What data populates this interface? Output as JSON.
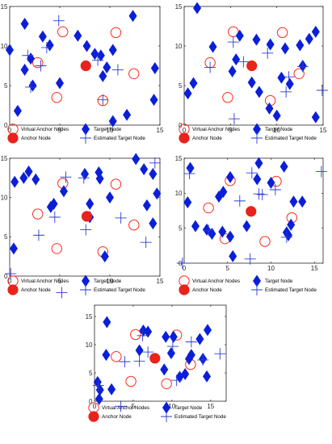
{
  "legend_labels": {
    "virtual_anchor": "Virtual Anchor Nodes",
    "target": "Target Node",
    "anchor": "Anchor Node",
    "estimated": "Estimated Target Node"
  },
  "colors": {
    "virtual_anchor": "#ff2a1a",
    "anchor": "#e8231c",
    "target": "#0b1fd8",
    "estimated": "#2b3bd6",
    "axis": "#262626"
  },
  "chart_data": [
    {
      "type": "scatter",
      "xlim": [
        0,
        15
      ],
      "ylim": [
        0,
        15
      ],
      "xticks": [
        0,
        5,
        10,
        15
      ],
      "yticks": [
        0,
        5,
        10,
        15
      ],
      "grid": false,
      "legend_position": "below",
      "series": [
        {
          "name": "Virtual Anchor Nodes",
          "points": [
            [
              2.8,
              7.9
            ],
            [
              5.3,
              11.8
            ],
            [
              4.7,
              3.5
            ],
            [
              10.6,
              11.7
            ],
            [
              12.4,
              6.5
            ],
            [
              9.3,
              3.1
            ]
          ]
        },
        {
          "name": "Target Node",
          "points": [
            [
              1.5,
              12.8
            ],
            [
              0,
              9.5
            ],
            [
              2.1,
              8.4
            ],
            [
              3.3,
              11.2
            ],
            [
              1.5,
              7
            ],
            [
              2.3,
              5
            ],
            [
              0.8,
              1.8
            ],
            [
              5,
              5.3
            ],
            [
              4,
              10.1
            ],
            [
              6.8,
              11.3
            ],
            [
              7.7,
              10
            ],
            [
              8.5,
              9
            ],
            [
              9.1,
              8.8
            ],
            [
              9.7,
              7.3
            ],
            [
              9.3,
              6.2
            ],
            [
              10.3,
              9.5
            ],
            [
              12.3,
              13.8
            ],
            [
              14.5,
              7.2
            ],
            [
              14.4,
              3.2
            ],
            [
              11.7,
              1.3
            ],
            [
              10.3,
              0.5
            ]
          ]
        },
        {
          "name": "Anchor Node",
          "points": [
            [
              7.6,
              7.5
            ]
          ]
        },
        {
          "name": "Estimated Target Node",
          "points": [
            [
              4.9,
              13.2
            ],
            [
              3.7,
              9.8
            ],
            [
              8.8,
              8.2
            ],
            [
              9.3,
              3.2
            ],
            [
              2.1,
              4.8
            ],
            [
              3.1,
              7.5
            ],
            [
              1.8,
              8.8
            ],
            [
              10.8,
              7
            ]
          ]
        }
      ]
    },
    {
      "type": "scatter",
      "xlim": [
        0,
        15
      ],
      "ylim": [
        0,
        15
      ],
      "xticks": [
        0,
        5,
        10,
        15
      ],
      "yticks": [
        0,
        5,
        10,
        15
      ],
      "grid": false,
      "legend_position": "below",
      "series": [
        {
          "name": "Virtual Anchor Nodes",
          "points": [
            [
              2.8,
              7.9
            ],
            [
              5.3,
              11.8
            ],
            [
              4.7,
              3.5
            ],
            [
              10.6,
              11.7
            ],
            [
              12.4,
              6.5
            ],
            [
              9.3,
              3.1
            ]
          ]
        },
        {
          "name": "Target Node",
          "points": [
            [
              1.4,
              14.8
            ],
            [
              1,
              5.3
            ],
            [
              0.4,
              4
            ],
            [
              3.1,
              9.9
            ],
            [
              5.6,
              8.3
            ],
            [
              6,
              11.3
            ],
            [
              5.2,
              6.8
            ],
            [
              7.3,
              5.4
            ],
            [
              7.8,
              10.8
            ],
            [
              9.3,
              10.2
            ],
            [
              10.9,
              9.7
            ],
            [
              11.4,
              5.2
            ],
            [
              10.5,
              6
            ],
            [
              12.5,
              10.1
            ],
            [
              12.8,
              7.5
            ],
            [
              13.5,
              10.9
            ],
            [
              14.2,
              11.8
            ],
            [
              14.2,
              1
            ],
            [
              9.2,
              2.1
            ],
            [
              10,
              1.2
            ],
            [
              8.1,
              4.2
            ]
          ]
        },
        {
          "name": "Anchor Node",
          "points": [
            [
              7.3,
              7.5
            ]
          ]
        },
        {
          "name": "Estimated Target Node",
          "points": [
            [
              2.8,
              7.3
            ],
            [
              5.3,
              10.5
            ],
            [
              6.4,
              8
            ],
            [
              5.4,
              0.8
            ],
            [
              9,
              9.1
            ],
            [
              11,
              4.2
            ],
            [
              11.3,
              6.1
            ],
            [
              12.8,
              7.4
            ],
            [
              14.9,
              4.4
            ]
          ]
        }
      ]
    },
    {
      "type": "scatter",
      "xlim": [
        0,
        15
      ],
      "ylim": [
        0,
        15
      ],
      "xticks": [
        0,
        5,
        10,
        15
      ],
      "yticks": [
        0,
        5,
        10,
        15
      ],
      "grid": false,
      "legend_position": "below",
      "series": [
        {
          "name": "Virtual Anchor Nodes",
          "points": [
            [
              2.8,
              7.9
            ],
            [
              5.3,
              11.8
            ],
            [
              4.7,
              3.5
            ],
            [
              10.6,
              11.7
            ],
            [
              12.4,
              6.5
            ],
            [
              9.3,
              3.1
            ]
          ]
        },
        {
          "name": "Target Node",
          "points": [
            [
              0.5,
              12
            ],
            [
              1.4,
              12.5
            ],
            [
              1.9,
              13.3
            ],
            [
              2.6,
              12.3
            ],
            [
              0.4,
              3.5
            ],
            [
              4.4,
              9.2
            ],
            [
              4.1,
              8.8
            ],
            [
              5.4,
              10.8
            ],
            [
              7.5,
              13
            ],
            [
              8.9,
              13.2
            ],
            [
              9,
              12.4
            ],
            [
              8,
              7.5
            ],
            [
              8,
              9.2
            ],
            [
              10,
              10
            ],
            [
              12.6,
              14.9
            ],
            [
              13.4,
              13.6
            ],
            [
              14.3,
              13
            ],
            [
              14.7,
              10.5
            ],
            [
              14.3,
              6.7
            ],
            [
              13.7,
              9
            ],
            [
              9.5,
              2.5
            ]
          ]
        },
        {
          "name": "Anchor Node",
          "points": [
            [
              7.7,
              7.6
            ]
          ]
        },
        {
          "name": "Estimated Target Node",
          "points": [
            [
              0.1,
              0.3
            ],
            [
              2.9,
              5.2
            ],
            [
              4.5,
              7.5
            ],
            [
              5.2,
              -2.1
            ],
            [
              7.6,
              5.9
            ],
            [
              7.4,
              12.5
            ],
            [
              11.1,
              7.4
            ],
            [
              14.5,
              14.4
            ],
            [
              13.6,
              4.3
            ],
            [
              5.6,
              12.6
            ]
          ]
        }
      ]
    },
    {
      "type": "scatter",
      "xlim": [
        0,
        16
      ],
      "ylim": [
        0,
        15
      ],
      "xticks": [
        0,
        5,
        10,
        15
      ],
      "yticks": [
        0,
        5,
        10,
        15
      ],
      "grid": false,
      "legend_position": "below",
      "series": [
        {
          "name": "Virtual Anchor Nodes",
          "points": [
            [
              2.8,
              7.9
            ],
            [
              5.3,
              11.8
            ],
            [
              4.7,
              3.5
            ],
            [
              10.6,
              11.7
            ],
            [
              12.4,
              6.5
            ],
            [
              9.3,
              3.1
            ]
          ]
        },
        {
          "name": "Target Node",
          "points": [
            [
              0.7,
              13.6
            ],
            [
              0.4,
              8.7
            ],
            [
              1.3,
              5.3
            ],
            [
              2.6,
              4.8
            ],
            [
              3.2,
              4.2
            ],
            [
              4,
              9.5
            ],
            [
              4.5,
              10.2
            ],
            [
              5.3,
              12.3
            ],
            [
              4.4,
              4.5
            ],
            [
              5.3,
              3.8
            ],
            [
              5.6,
              1
            ],
            [
              7.2,
              5.3
            ],
            [
              8.6,
              14.3
            ],
            [
              11.8,
              4.4
            ],
            [
              12,
              4
            ],
            [
              12.3,
              5.5
            ],
            [
              12.6,
              8.8
            ],
            [
              13.6,
              8.8
            ],
            [
              11.5,
              13.8
            ],
            [
              8.4,
              12
            ],
            [
              10,
              11.5
            ]
          ]
        },
        {
          "name": "Anchor Node",
          "points": [
            [
              7.7,
              7.4
            ]
          ]
        },
        {
          "name": "Estimated Target Node",
          "points": [
            [
              0.6,
              12.8
            ],
            [
              2.8,
              4.7
            ],
            [
              6.4,
              8.9
            ],
            [
              7.8,
              12.9
            ],
            [
              8.6,
              9.9
            ],
            [
              9,
              9.8
            ],
            [
              7.6,
              0.6
            ],
            [
              15.8,
              13.1
            ],
            [
              10.5,
              10.5
            ],
            [
              11.8,
              3.7
            ],
            [
              -0.2,
              0
            ]
          ]
        }
      ]
    },
    {
      "type": "scatter",
      "xlim": [
        0,
        17
      ],
      "ylim": [
        0,
        17
      ],
      "xticks": [
        0,
        5,
        10,
        15
      ],
      "yticks": [
        0,
        5,
        10,
        15
      ],
      "grid": false,
      "legend_position": "below",
      "series": [
        {
          "name": "Virtual Anchor Nodes",
          "points": [
            [
              2.8,
              7.9
            ],
            [
              5.3,
              11.8
            ],
            [
              4.7,
              3.5
            ],
            [
              10.6,
              11.7
            ],
            [
              12.4,
              6.5
            ],
            [
              9.3,
              3.1
            ]
          ]
        },
        {
          "name": "Target Node",
          "points": [
            [
              1.6,
              14
            ],
            [
              1.5,
              8.2
            ],
            [
              0.4,
              3.4
            ],
            [
              0.7,
              2
            ],
            [
              0.6,
              0.4
            ],
            [
              2.2,
              2.1
            ],
            [
              6.3,
              12.5
            ],
            [
              6.9,
              12.3
            ],
            [
              9.2,
              11.4
            ],
            [
              10.2,
              11.4
            ],
            [
              9.9,
              8.5
            ],
            [
              9,
              5.6
            ],
            [
              11.7,
              4.8
            ],
            [
              11,
              4.3
            ],
            [
              12.2,
              7.5
            ],
            [
              12.5,
              8.2
            ],
            [
              13.6,
              11
            ],
            [
              14.6,
              12.6
            ],
            [
              14,
              7.5
            ],
            [
              14.5,
              4.4
            ],
            [
              5.8,
              9
            ]
          ]
        },
        {
          "name": "Anchor Node",
          "points": [
            [
              7.8,
              7.6
            ]
          ]
        },
        {
          "name": "Estimated Target Node",
          "points": [
            [
              0.5,
              2.8
            ],
            [
              3.9,
              7
            ],
            [
              5.8,
              7.1
            ],
            [
              3.4,
              -0.9
            ],
            [
              6.2,
              11.6
            ],
            [
              6.9,
              8.7
            ],
            [
              10.1,
              9.7
            ],
            [
              10.6,
              3.7
            ],
            [
              14,
              7.3
            ],
            [
              16.2,
              8.4
            ],
            [
              12.5,
              10.5
            ]
          ]
        }
      ]
    }
  ]
}
